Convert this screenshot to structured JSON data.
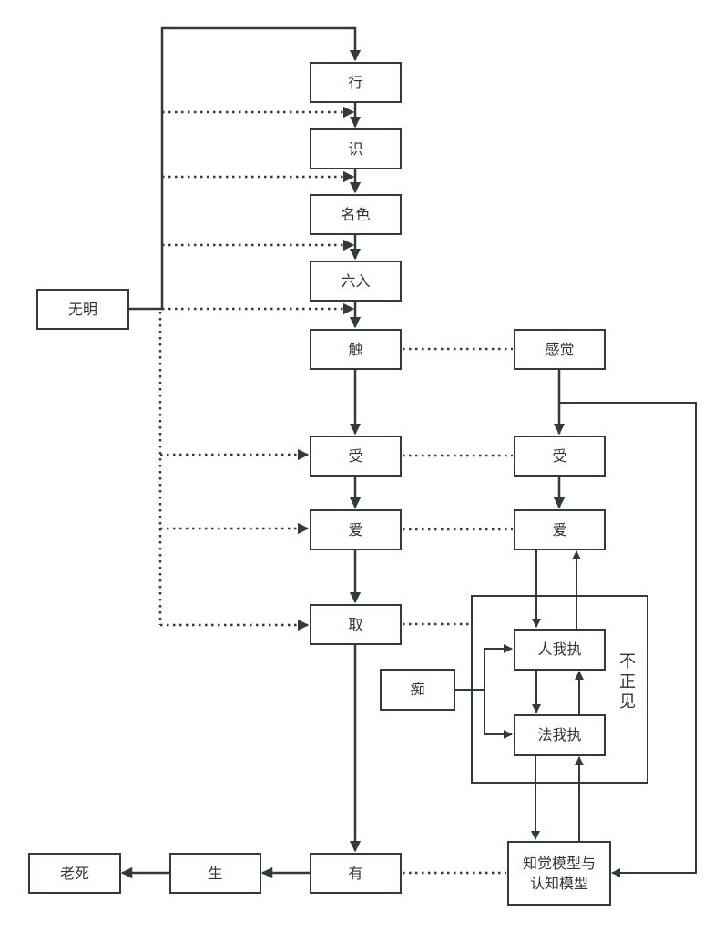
{
  "diagram": {
    "nodes": {
      "wuming": "无明",
      "xing": "行",
      "shi": "识",
      "mingse": "名色",
      "liuru": "六入",
      "chu": "触",
      "shou": "受",
      "ai": "爱",
      "qu": "取",
      "you": "有",
      "sheng": "生",
      "laosi": "老死",
      "ganjue": "感觉",
      "shou2": "受",
      "ai2": "爱",
      "renwozhi": "人我执",
      "fawozhi": "法我执",
      "chi": "痴",
      "model": "知觉模型与认知模型"
    },
    "group_label": "不正见",
    "edges": [
      {
        "from": "wuming",
        "to": "xing",
        "style": "solid"
      },
      {
        "from": "wuming",
        "to": "shi",
        "style": "dotted"
      },
      {
        "from": "wuming",
        "to": "mingse",
        "style": "dotted"
      },
      {
        "from": "wuming",
        "to": "liuru",
        "style": "dotted"
      },
      {
        "from": "wuming",
        "to": "chu",
        "style": "dotted"
      },
      {
        "from": "wuming",
        "to": "shou",
        "style": "dotted"
      },
      {
        "from": "wuming",
        "to": "ai",
        "style": "dotted"
      },
      {
        "from": "wuming",
        "to": "qu",
        "style": "dotted"
      },
      {
        "from": "xing",
        "to": "shi",
        "style": "solid"
      },
      {
        "from": "shi",
        "to": "mingse",
        "style": "solid"
      },
      {
        "from": "mingse",
        "to": "liuru",
        "style": "solid"
      },
      {
        "from": "liuru",
        "to": "chu",
        "style": "solid"
      },
      {
        "from": "chu",
        "to": "shou",
        "style": "solid"
      },
      {
        "from": "shou",
        "to": "ai",
        "style": "solid"
      },
      {
        "from": "ai",
        "to": "qu",
        "style": "solid"
      },
      {
        "from": "qu",
        "to": "you",
        "style": "solid"
      },
      {
        "from": "you",
        "to": "sheng",
        "style": "solid"
      },
      {
        "from": "sheng",
        "to": "laosi",
        "style": "solid"
      },
      {
        "from": "chu",
        "to": "ganjue",
        "style": "dotted-link"
      },
      {
        "from": "shou",
        "to": "shou2",
        "style": "dotted-link"
      },
      {
        "from": "ai",
        "to": "ai2",
        "style": "dotted-link"
      },
      {
        "from": "qu",
        "to": "group",
        "style": "dotted-link"
      },
      {
        "from": "you",
        "to": "model",
        "style": "dotted-link"
      },
      {
        "from": "ganjue",
        "to": "shou2",
        "style": "solid"
      },
      {
        "from": "ganjue",
        "to": "model",
        "style": "solid"
      },
      {
        "from": "shou2",
        "to": "ai2",
        "style": "solid"
      },
      {
        "from": "ai2",
        "to": "renwozhi",
        "style": "solid"
      },
      {
        "from": "renwozhi",
        "to": "ai2",
        "style": "solid"
      },
      {
        "from": "renwozhi",
        "to": "fawozhi",
        "style": "solid"
      },
      {
        "from": "fawozhi",
        "to": "renwozhi",
        "style": "solid"
      },
      {
        "from": "fawozhi",
        "to": "model",
        "style": "solid"
      },
      {
        "from": "model",
        "to": "fawozhi",
        "style": "solid"
      },
      {
        "from": "chi",
        "to": "renwozhi",
        "style": "solid"
      },
      {
        "from": "chi",
        "to": "fawozhi",
        "style": "solid"
      }
    ]
  }
}
